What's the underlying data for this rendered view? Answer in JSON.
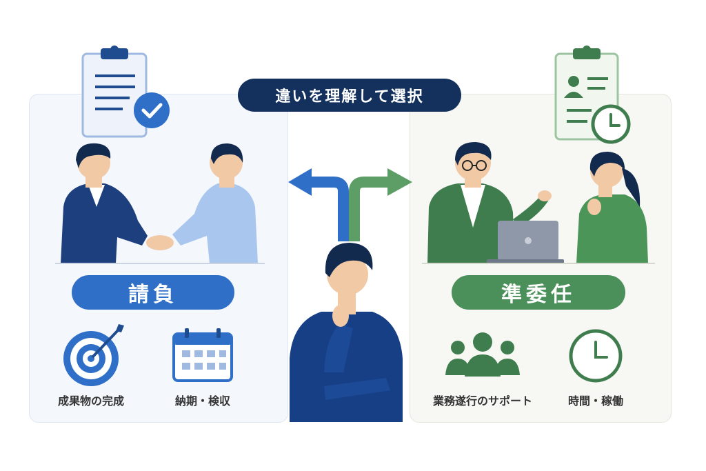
{
  "header": {
    "title": "違いを理解して選択"
  },
  "left": {
    "label": "請負",
    "features": [
      {
        "icon": "target-icon",
        "text": "成果物の完成"
      },
      {
        "icon": "calendar-icon",
        "text": "納期・検収"
      }
    ]
  },
  "right": {
    "label": "準委任",
    "features": [
      {
        "icon": "team-icon",
        "text": "業務遂行のサポート"
      },
      {
        "icon": "clock-icon",
        "text": "時間・稼働"
      }
    ]
  },
  "colors": {
    "navy": "#13315c",
    "blue": "#2f6fc7",
    "green": "#4b8f5a"
  }
}
